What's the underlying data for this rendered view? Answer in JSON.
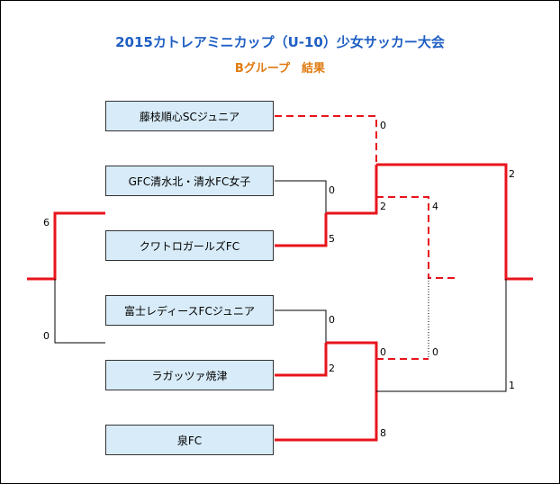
{
  "title": "2015カトレアミニカップ（U-10）少女サッカー大会",
  "subtitle": "Bグループ　結果",
  "teams": [
    "藤枝順心SCジュニア",
    "GFC清水北・清水FC女子",
    "クワトロガールズFC",
    "富士レディースFCジュニア",
    "ラガッツァ焼津",
    "泉FC"
  ],
  "scores": {
    "r1a_top": "0",
    "r1a_bottom": "5",
    "r1b_top": "0",
    "r1b_bottom": "2",
    "semi1_top": "0",
    "semi1_bottom": "2",
    "semi2_top": "0",
    "semi2_bottom": "8",
    "cross_top": "4",
    "cross_bottom": "0",
    "final_top": "2",
    "final_bottom": "1",
    "left_top": "6",
    "left_bottom": "0"
  },
  "colors": {
    "win_line": "#e8141c",
    "lose_line": "#000000",
    "title": "#1f5fc4",
    "subtitle": "#e07a10",
    "team_fill": "#d7ebf8"
  }
}
